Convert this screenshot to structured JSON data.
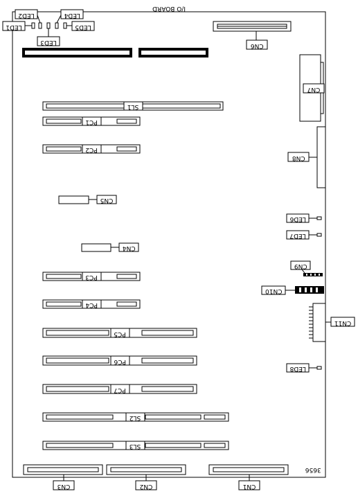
{
  "diagram": {
    "title": "I/O BOARD",
    "figure_number": "3656",
    "labels": {
      "led1": "LED1",
      "led2": "LED2",
      "led3": "LED3",
      "led4": "LED4",
      "led5": "LED5",
      "led6": "LED6",
      "led7": "LED7",
      "led8": "LED8",
      "cn1": "CN1",
      "cn2": "CN2",
      "cn3": "CN3",
      "cn4": "CN4",
      "cn5": "CN5",
      "cn6": "CN6",
      "cn7": "CN7",
      "cn8": "CN8",
      "cn9": "CN9",
      "cn10": "CN10",
      "cn11": "CN11",
      "sl1": "SL1",
      "sl2": "SL2",
      "sl3": "SL3",
      "pc1": "PC1",
      "pc2": "PC2",
      "pc3": "PC3",
      "pc4": "PC4",
      "pc5": "PC5",
      "pc6": "PC6",
      "pc7": "PC7"
    }
  }
}
